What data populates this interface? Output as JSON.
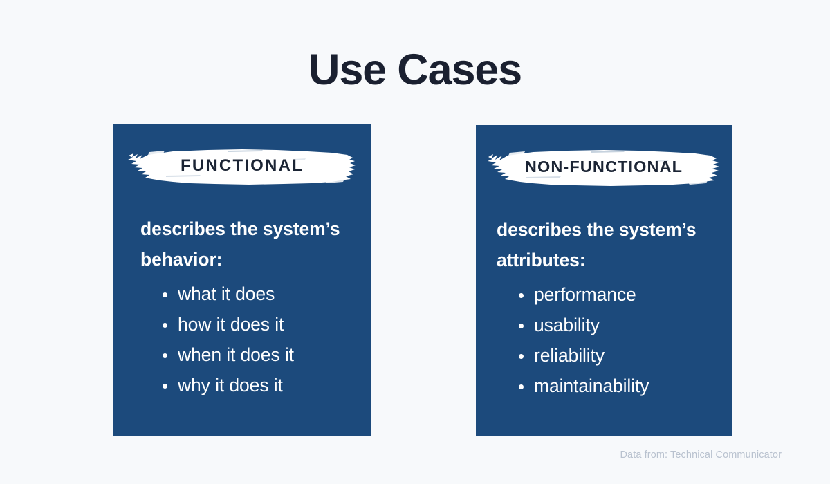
{
  "page": {
    "title": "Use Cases",
    "background_color": "#f7f9fb",
    "title_color": "#1a2030"
  },
  "cards": [
    {
      "badge_label": "FUNCTIONAL",
      "heading": "describes the system’s behavior:",
      "card_color": "#1c4a7c",
      "badge_color": "#ffffff",
      "badge_text_color": "#1b2434",
      "items": [
        "what it does",
        "how it does it",
        "when it does it",
        "why it does it"
      ]
    },
    {
      "badge_label": "NON-FUNCTIONAL",
      "heading": "describes the system’s attributes:",
      "card_color": "#1c4a7c",
      "badge_color": "#ffffff",
      "badge_text_color": "#1b2434",
      "items": [
        "performance",
        "usability",
        "reliability",
        "maintainability"
      ]
    }
  ],
  "footer": {
    "attribution": "Data from: Technical Communicator"
  }
}
